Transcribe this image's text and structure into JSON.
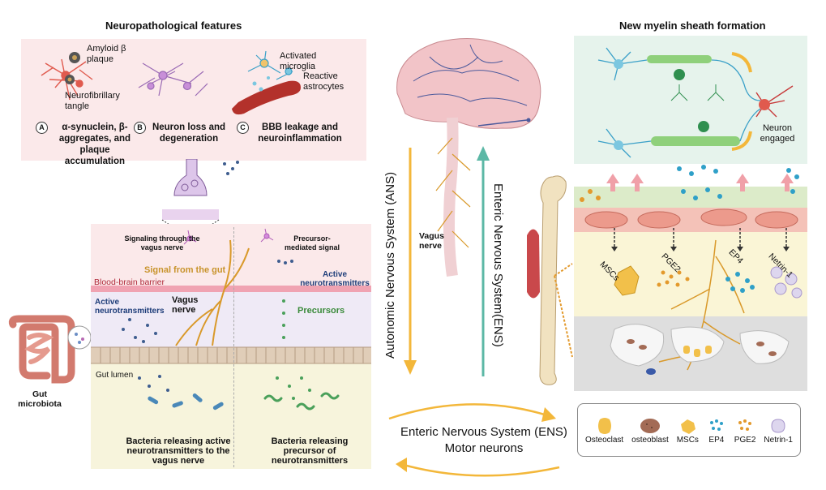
{
  "left_panel": {
    "title": "Neuropathological features",
    "amyloid_label": "Amyloid β plaque",
    "tangle_label": "Neurofibrillary tangle",
    "microglia_label": "Activated microglia",
    "astrocytes_label": "Reactive astrocytes",
    "feature_a_marker": "A",
    "feature_a_text": "α-synuclein, β-aggregates, and plaque accumulation",
    "feature_b_marker": "B",
    "feature_b_text": "Neuron loss and degeneration",
    "feature_c_marker": "C",
    "feature_c_text": "BBB leakage and neuroinflammation"
  },
  "gut_brain": {
    "signal_vagus": "Signaling through the vagus nerve",
    "precursor_signal": "Precursor-mediated signal",
    "signal_from_gut": "Signal from the gut",
    "bbb": "Blood-brain barrier",
    "active_nt_right": "Active neurotransmitters",
    "active_nt_left": "Active neurotransmitters",
    "vagus_nerve": "Vagus nerve",
    "precursors": "Precursors",
    "gut_lumen": "Gut lumen",
    "gut_microbiota": "Gut microbiota",
    "bacteria_active": "Bacteria releasing active neurotransmitters to the vagus nerve",
    "bacteria_precursor": "Bacteria releasing precursor of neurotransmitters"
  },
  "center": {
    "ans_label": "Autonomic Nervous System (ANS)",
    "ens_vertical": "Enteric Nervous System(ENS)",
    "vagus_nerve": "Vagus nerve",
    "ens_motor_line1": "Enteric Nervous System (ENS)",
    "ens_motor_line2": "Motor neurons"
  },
  "right_panel": {
    "title": "New myelin sheath formation",
    "neuron_engaged": "Neuron engaged",
    "mscs": "MSCs",
    "pge2": "PGE2",
    "ep4": "EP4",
    "netrin": "Netrin-1"
  },
  "legend": {
    "items": [
      "Osteoclast",
      "osteoblast",
      "MSCs",
      "EP4",
      "PGE2",
      "Netrin-1"
    ]
  },
  "colors": {
    "pink_panel": "#fbe9ea",
    "lavender_panel": "#efeaf6",
    "cream_panel": "#f7f4dc",
    "mint_panel": "#e6f3ec",
    "arrow_orange": "#f3b73a",
    "arrow_teal": "#5cb8a6",
    "brain_pink": "#f2c4c8",
    "nerve_gold": "#d9992a"
  }
}
